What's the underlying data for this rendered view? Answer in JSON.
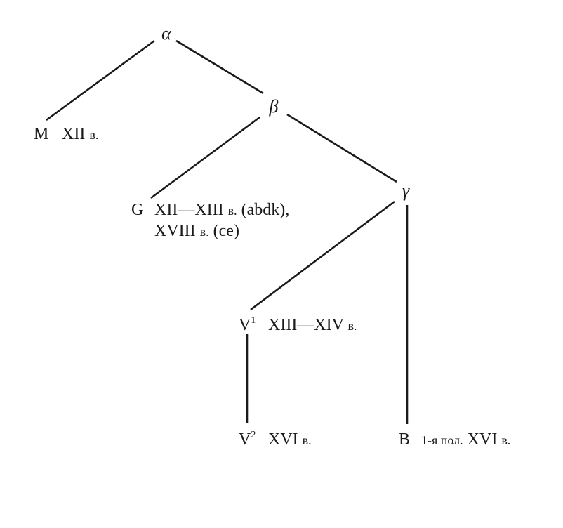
{
  "nodes": {
    "alpha": {
      "label": "α"
    },
    "beta": {
      "label": "β"
    },
    "gamma": {
      "label": "γ"
    },
    "M": {
      "siglum": "M",
      "date": "XII",
      "unit": "в."
    },
    "G": {
      "siglum": "G",
      "date1": "XII—XIII",
      "unit1": "в.",
      "note1": "(abdk),",
      "date2": "XVIII",
      "unit2": "в.",
      "note2": "(ce)"
    },
    "V1": {
      "siglum": "V",
      "sup": "1",
      "date": "XIII—XIV",
      "unit": "в."
    },
    "V2": {
      "siglum": "V",
      "sup": "2",
      "date": "XVI",
      "unit": "в."
    },
    "B": {
      "siglum": "B",
      "prefix": "1-я пол.",
      "date": "XVI",
      "unit": "в."
    }
  },
  "edges": [
    {
      "from": "alpha",
      "to": "M"
    },
    {
      "from": "alpha",
      "to": "beta"
    },
    {
      "from": "beta",
      "to": "G"
    },
    {
      "from": "beta",
      "to": "gamma"
    },
    {
      "from": "gamma",
      "to": "V1"
    },
    {
      "from": "gamma",
      "to": "B"
    },
    {
      "from": "V1",
      "to": "V2"
    }
  ]
}
